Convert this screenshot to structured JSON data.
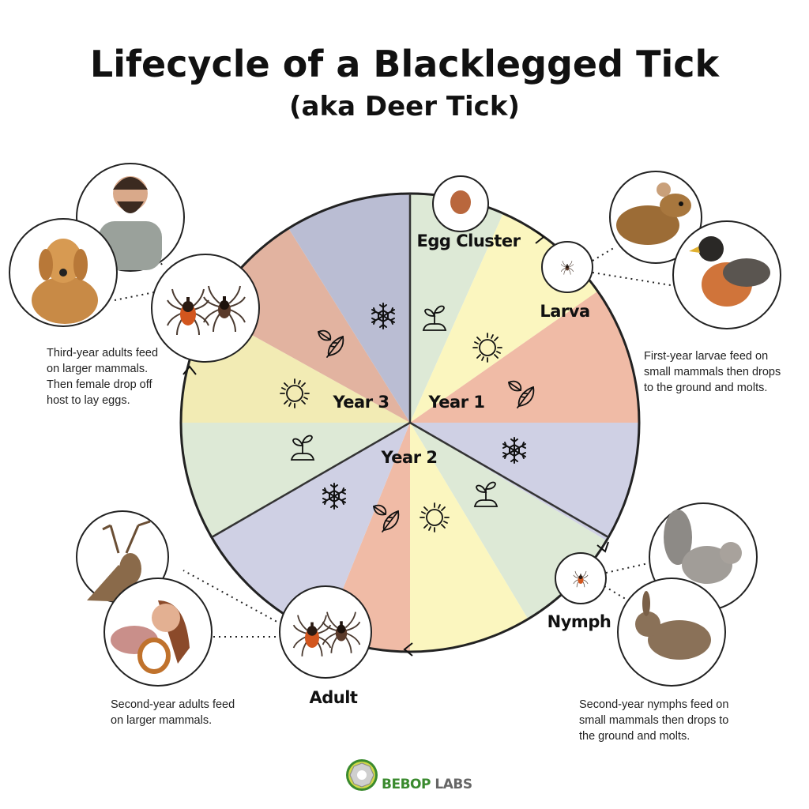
{
  "title": "Lifecycle of a Blacklegged Tick",
  "subtitle": "(aka Deer Tick)",
  "years": [
    {
      "label": "Year 1",
      "seasons": [
        "spring",
        "summer",
        "fall"
      ]
    },
    {
      "label": "Year 2",
      "seasons": [
        "winter",
        "spring",
        "summer",
        "fall",
        "winter",
        "spring"
      ]
    },
    {
      "label": "Year 3",
      "seasons": [
        "summer",
        "fall",
        "winter"
      ]
    }
  ],
  "colors": {
    "spring": "#dde9d6",
    "summer": "#fbf6bf",
    "fall": "#f0bba6",
    "winter": "#cfd0e4",
    "spring3": "#d6dfd0",
    "summer3": "#f2ebb4",
    "fall3": "#e2b3a0",
    "winter3": "#babdd3",
    "logo_green": "#3a8a2e",
    "logo_gray": "#666666"
  },
  "stages": {
    "egg": "Egg Cluster",
    "larva": "Larva",
    "nymph": "Nymph",
    "adult": "Adult"
  },
  "descriptions": {
    "larva": [
      "First-year larvae  feed on",
      "small mammals then drops",
      "to the ground and molts."
    ],
    "nymph": [
      "Second-year nymphs  feed on",
      "small mammals then drops to",
      "the ground and molts."
    ],
    "adult2": [
      "Second-year adults  feed",
      "on larger mammals."
    ],
    "adult3": [
      "Third-year adults  feed",
      "on larger mammals.",
      "Then female drop off",
      "host to lay eggs."
    ]
  },
  "logo": {
    "part1": "BEBOP",
    "part2": " LABS"
  }
}
